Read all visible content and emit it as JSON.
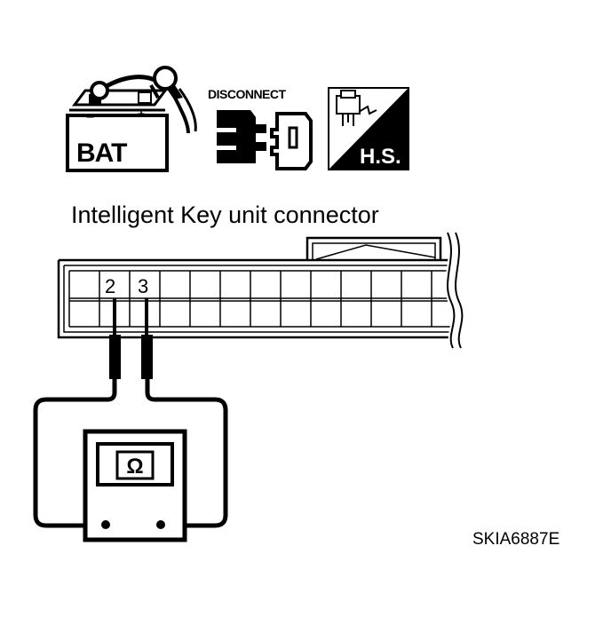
{
  "icons": {
    "battery": {
      "label": "BAT",
      "minus": "−",
      "plus": "+",
      "icon": "battery-icon"
    },
    "disconnect": {
      "label": "DISCONNECT",
      "icon": "disconnect-connector-icon"
    },
    "harness_side": {
      "label": "H.S.",
      "icon": "harness-side-icon"
    }
  },
  "connector": {
    "title": "Intelligent Key unit connector",
    "pins": [
      "2",
      "3"
    ]
  },
  "meter": {
    "symbol": "Ω",
    "icon": "ohmmeter-icon"
  },
  "figure_code": "SKIA6887E",
  "colors": {
    "ink": "#000000",
    "paper": "#ffffff"
  }
}
